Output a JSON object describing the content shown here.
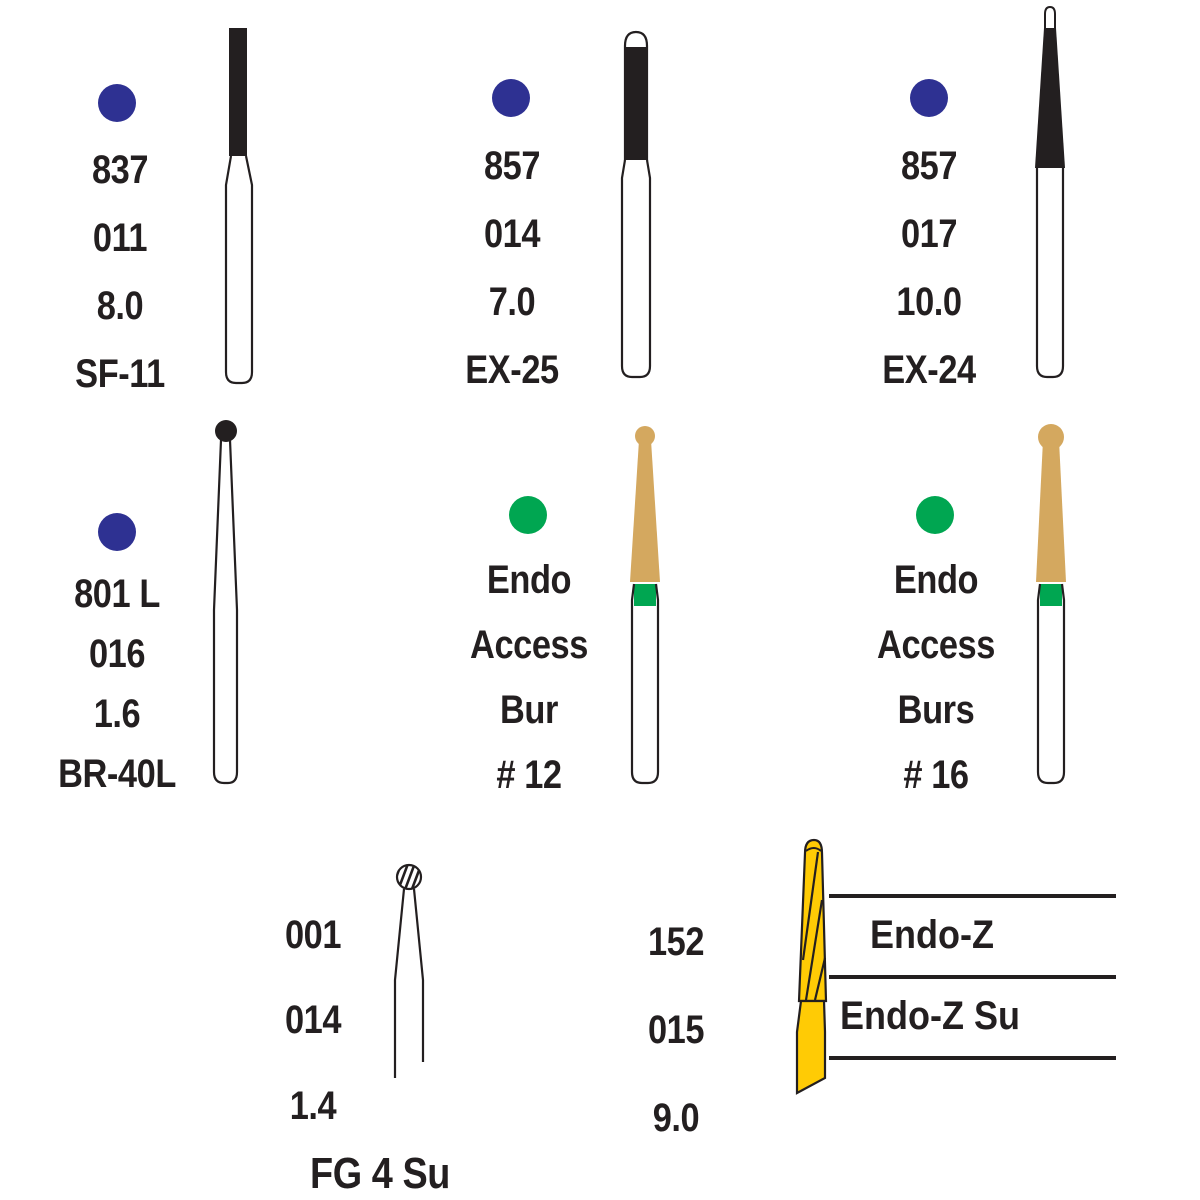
{
  "colors": {
    "blue_dot": "#2e3192",
    "green_dot": "#00a651",
    "black_head": "#231f20",
    "gold_head": "#d4a85f",
    "green_band": "#00a651",
    "yellow_bur": "#ffcb05"
  },
  "burs": [
    {
      "id": "837-011",
      "dot_color": "blue",
      "lines": [
        "837",
        "011",
        "8.0",
        "SF-11"
      ]
    },
    {
      "id": "857-014",
      "dot_color": "blue",
      "lines": [
        "857",
        "014",
        "7.0",
        "EX-25"
      ]
    },
    {
      "id": "857-017",
      "dot_color": "blue",
      "lines": [
        "857",
        "017",
        "10.0",
        "EX-24"
      ]
    },
    {
      "id": "801L-016",
      "dot_color": "blue",
      "lines": [
        "801 L",
        "016",
        "1.6",
        "BR-40L"
      ]
    },
    {
      "id": "endo-12",
      "dot_color": "green",
      "lines": [
        "Endo",
        "Access",
        "Bur",
        "# 12"
      ]
    },
    {
      "id": "endo-16",
      "dot_color": "green",
      "lines": [
        "Endo",
        "Access",
        "Burs",
        "# 16"
      ]
    },
    {
      "id": "001-014",
      "dot_color": null,
      "lines": [
        "001",
        "014",
        "1.4",
        "FG 4 Su"
      ]
    },
    {
      "id": "152-015",
      "dot_color": null,
      "lines": [
        "152",
        "015",
        "9.0"
      ],
      "variants": [
        "Endo-Z",
        "Endo-Z Su"
      ]
    }
  ]
}
